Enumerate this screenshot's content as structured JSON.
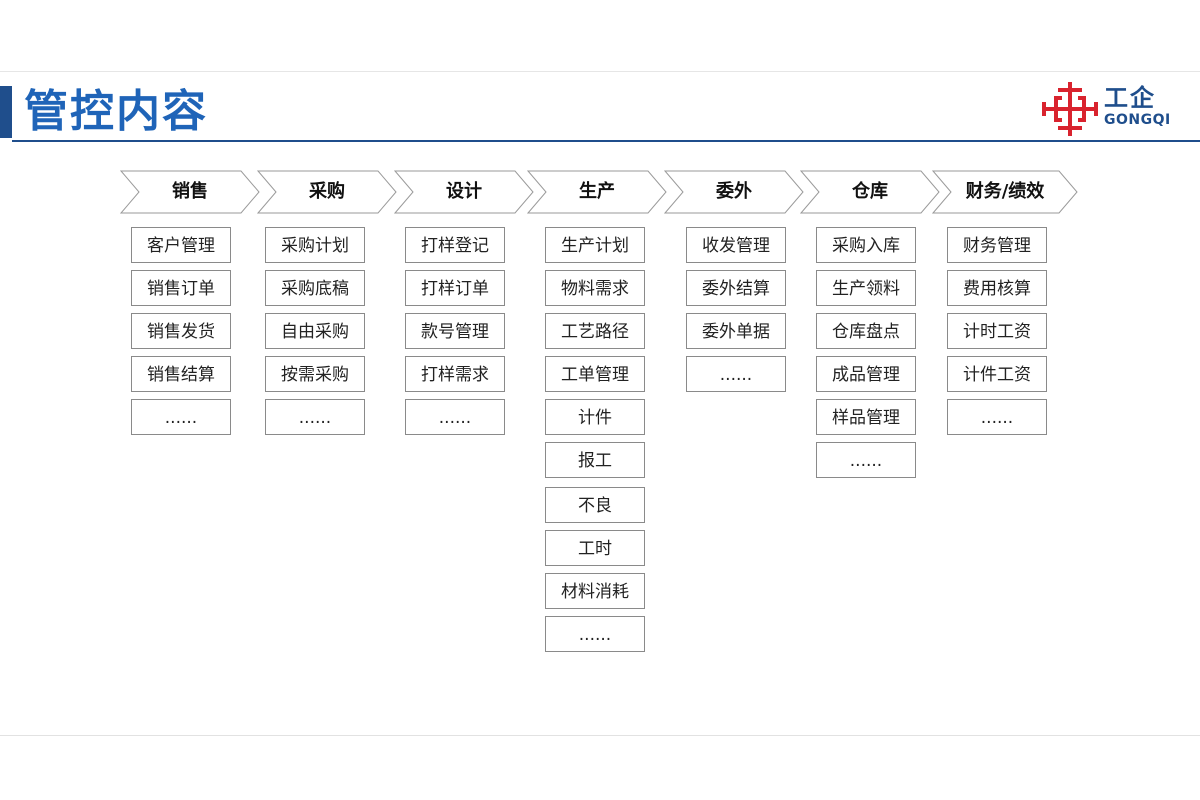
{
  "header": {
    "title": "管控内容",
    "logo_cn": "工企",
    "logo_en": "GONGQI"
  },
  "colors": {
    "accent": "#1f4e8c",
    "title": "#1f64b8",
    "logo_red": "#d9232e"
  },
  "columns": [
    {
      "title": "销售",
      "items": [
        "客户管理",
        "销售订单",
        "销售发货",
        "销售结算",
        "......"
      ]
    },
    {
      "title": "采购",
      "items": [
        "采购计划",
        "采购底稿",
        "自由采购",
        "按需采购",
        "......"
      ]
    },
    {
      "title": "设计",
      "items": [
        "打样登记",
        "打样订单",
        "款号管理",
        "打样需求",
        "......"
      ]
    },
    {
      "title": "生产",
      "items": [
        "生产计划",
        "物料需求",
        "工艺路径",
        "工单管理",
        "计件",
        "报工",
        "不良",
        "工时",
        "材料消耗",
        "......"
      ]
    },
    {
      "title": "委外",
      "items": [
        "收发管理",
        "委外结算",
        "委外单据",
        "......"
      ]
    },
    {
      "title": "仓库",
      "items": [
        "采购入库",
        "生产领料",
        "仓库盘点",
        "成品管理",
        "样品管理",
        "......"
      ]
    },
    {
      "title": "财务/绩效",
      "items": [
        "财务管理",
        "费用核算",
        "计时工资",
        "计件工资",
        "......"
      ]
    }
  ]
}
